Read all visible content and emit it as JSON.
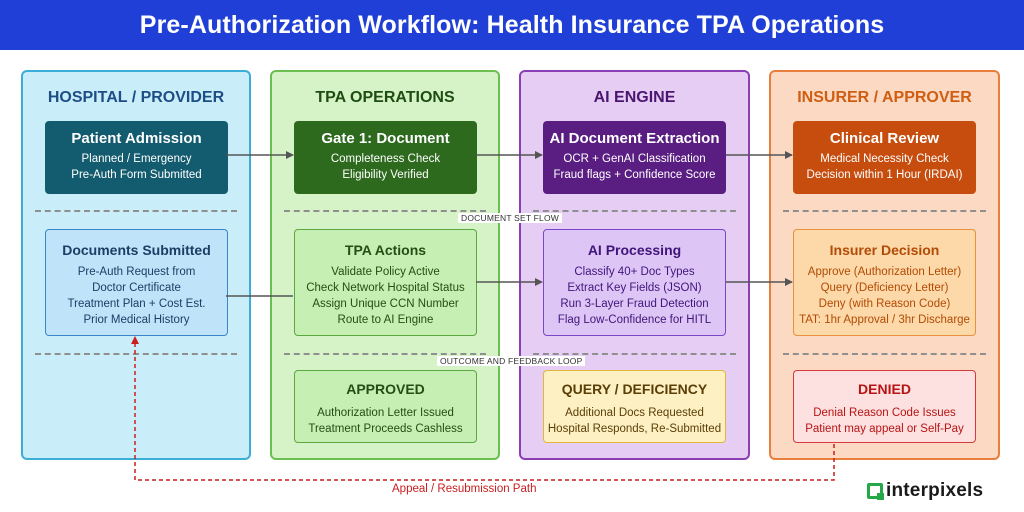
{
  "title": "Pre-Authorization Workflow: Health Insurance TPA Operations",
  "lanes": {
    "hospital": {
      "title": "HOSPITAL / PROVIDER",
      "admission": {
        "title": "Patient Admission",
        "lines": [
          "Planned / Emergency",
          "Pre-Auth Form Submitted"
        ]
      },
      "documents": {
        "title": "Documents Submitted",
        "lines": [
          "Pre-Auth Request from",
          "Doctor Certificate",
          "Treatment Plan + Cost Est.",
          "Prior Medical History"
        ]
      }
    },
    "tpa": {
      "title": "TPA OPERATIONS",
      "gate": {
        "title": "Gate 1: Document",
        "lines": [
          "Completeness Check",
          "Eligibility Verified"
        ]
      },
      "actions": {
        "title": "TPA Actions",
        "lines": [
          "Validate Policy Active",
          "Check Network Hospital Status",
          "Assign Unique CCN Number",
          "Route to AI Engine"
        ]
      },
      "approved": {
        "title": "APPROVED",
        "lines": [
          "Authorization Letter Issued",
          "Treatment Proceeds Cashless"
        ]
      }
    },
    "ai": {
      "title": "AI ENGINE",
      "extraction": {
        "title": "AI Document Extraction",
        "lines": [
          "OCR + GenAI Classification",
          "Fraud flags + Confidence Score"
        ]
      },
      "processing": {
        "title": "AI Processing",
        "lines": [
          "Classify 40+ Doc Types",
          "Extract Key Fields (JSON)",
          "Run 3-Layer Fraud Detection",
          "Flag Low-Confidence for HITL"
        ]
      },
      "query": {
        "title": "QUERY / DEFICIENCY",
        "lines": [
          "Additional Docs Requested",
          "Hospital Responds, Re-Submitted"
        ]
      }
    },
    "insurer": {
      "title": "INSURER / APPROVER",
      "clinical": {
        "title": "Clinical Review",
        "lines": [
          "Medical Necessity Check",
          "Decision within 1 Hour (IRDAI)"
        ]
      },
      "decision": {
        "title": "Insurer Decision",
        "lines": [
          "Approve (Authorization Letter)",
          "Query (Deficiency Letter)",
          "Deny (with Reason Code)",
          "TAT: 1hr Approval / 3hr Discharge"
        ]
      },
      "denied": {
        "title": "DENIED",
        "lines": [
          "Denial Reason Code Issues",
          "Patient may appeal or Self-Pay"
        ]
      }
    }
  },
  "separators": {
    "document_flow": "DOCUMENT SET FLOW",
    "outcome_loop": "OUTCOME AND FEEDBACK LOOP"
  },
  "appeal_path": "Appeal / Resubmission Path",
  "logo": {
    "text": "interpixels",
    "icon": "interpixels-logo-icon"
  },
  "colors": {
    "header": "#1f3fd6",
    "hospital_dark": "#135b6e",
    "tpa_dark": "#2d6a1e",
    "ai_dark": "#5a1e82",
    "insurer_dark": "#c74d0f",
    "appeal": "#c91e1e"
  }
}
